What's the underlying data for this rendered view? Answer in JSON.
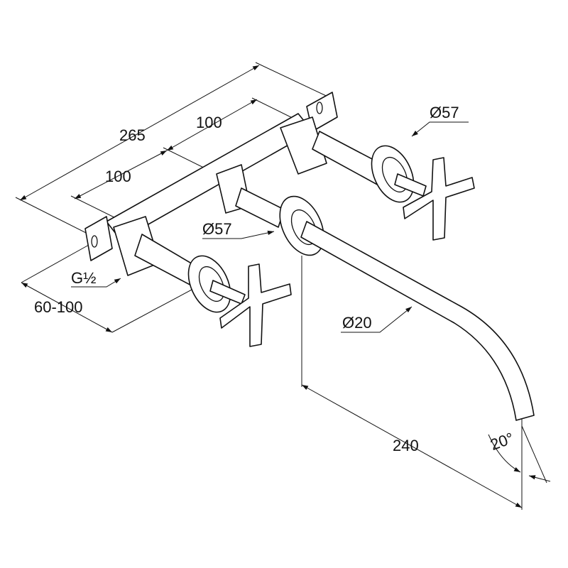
{
  "drawing": {
    "dimensions": {
      "overall_width": "265",
      "center_spacing_upper": "100",
      "center_spacing_lower": "100",
      "rosette_diameter_right": "Ø57",
      "rosette_diameter_left": "Ø57",
      "thread": "G½",
      "wall_depth": "60-100",
      "spout_diameter": "Ø20",
      "spout_projection": "240",
      "spout_angle": "20°"
    }
  }
}
